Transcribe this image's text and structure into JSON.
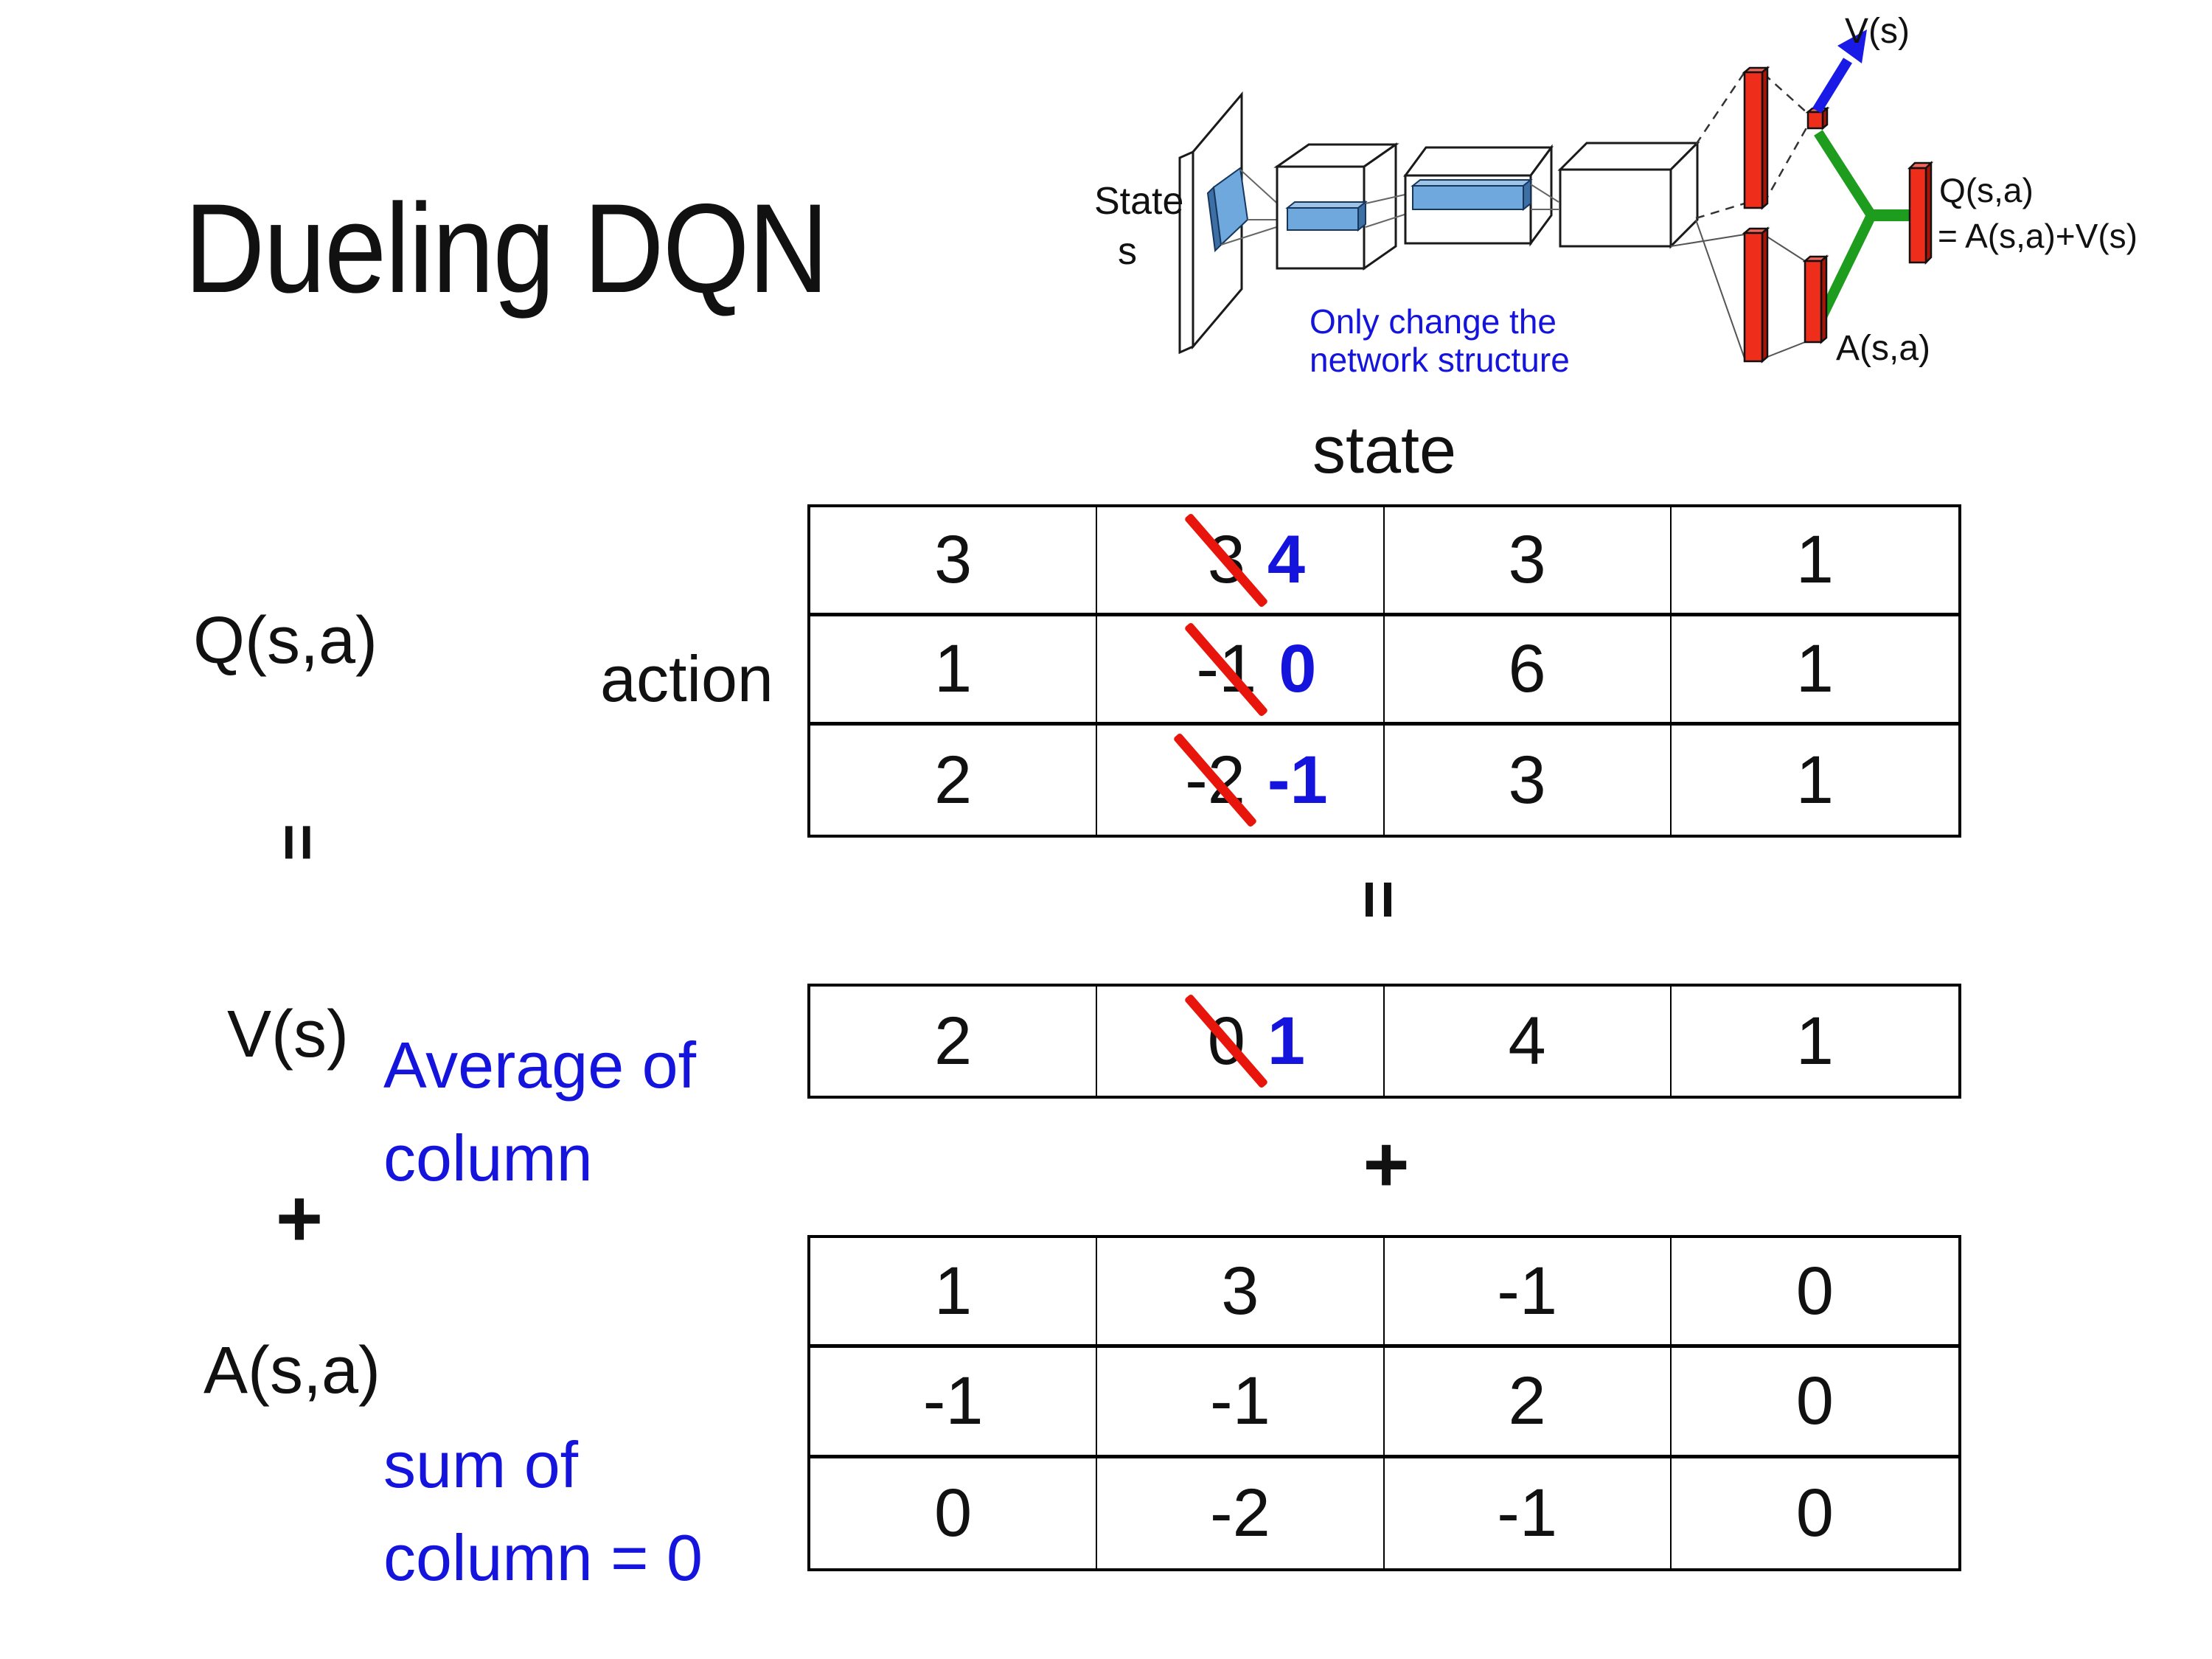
{
  "title": "Dueling DQN",
  "colors": {
    "text": "#111111",
    "accent_blue": "#1414dd",
    "strike_red": "#e8150c",
    "bar_red": "#ee2e1a",
    "link_green": "#1e9c1e",
    "arrow_blue": "#1a1ae6",
    "conv_blue": "#6fa8dc"
  },
  "diagram": {
    "state_line1": "State",
    "state_line2": "s",
    "note_line1": "Only change the",
    "note_line2": "network structure",
    "v_out": "V(s)",
    "a_out": "A(s,a)",
    "q_out_line1": "Q(s,a)",
    "q_out_line2": "= A(s,a)+V(s)"
  },
  "labels": {
    "q": "Q(s,a)",
    "equals_left": "=",
    "v": "V(s)",
    "plus_left": "+",
    "a": "A(s,a)",
    "avg_line1": "Average of",
    "avg_line2": "column",
    "sum_line1": "sum of",
    "sum_line2": "column = 0",
    "state_header": "state",
    "action": "action",
    "equals_center": "=",
    "plus_center": "+"
  },
  "q_table": {
    "rows": [
      [
        "3",
        "3",
        "3",
        "1"
      ],
      [
        "1",
        "-1",
        "6",
        "1"
      ],
      [
        "2",
        "-2",
        "3",
        "1"
      ]
    ],
    "corrections": [
      "4",
      "0",
      "-1"
    ]
  },
  "v_table": {
    "row": [
      "2",
      "0",
      "4",
      "1"
    ],
    "correction": "1"
  },
  "a_table": {
    "rows": [
      [
        "1",
        "3",
        "-1",
        "0"
      ],
      [
        "-1",
        "-1",
        "2",
        "0"
      ],
      [
        "0",
        "-2",
        "-1",
        "0"
      ]
    ]
  }
}
